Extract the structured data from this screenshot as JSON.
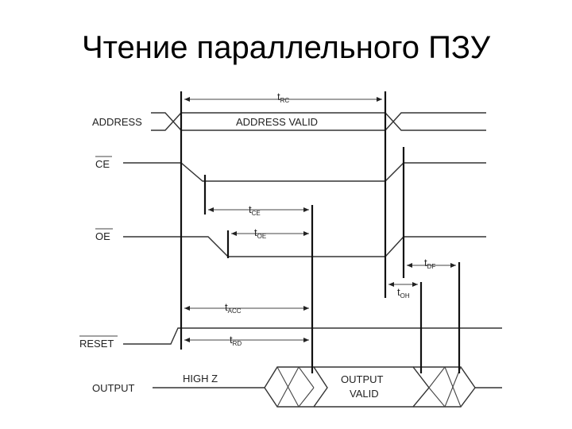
{
  "title": "Чтение параллельного ПЗУ",
  "signals": {
    "address": "ADDRESS",
    "ce": "CE",
    "oe": "OE",
    "reset": "RESET",
    "output": "OUTPUT"
  },
  "states": {
    "address_valid": "ADDRESS VALID",
    "high_z": "HIGH Z",
    "output_line1": "OUTPUT",
    "output_line2": "VALID"
  },
  "timings": {
    "trc": {
      "base": "t",
      "sub": "RC"
    },
    "tce": {
      "base": "t",
      "sub": "CE"
    },
    "toe": {
      "base": "t",
      "sub": "OE"
    },
    "tdf": {
      "base": "t",
      "sub": "DF"
    },
    "toh": {
      "base": "t",
      "sub": "OH"
    },
    "tacc": {
      "base": "t",
      "sub": "ACC"
    },
    "trd": {
      "base": "t",
      "sub": "RD"
    }
  }
}
